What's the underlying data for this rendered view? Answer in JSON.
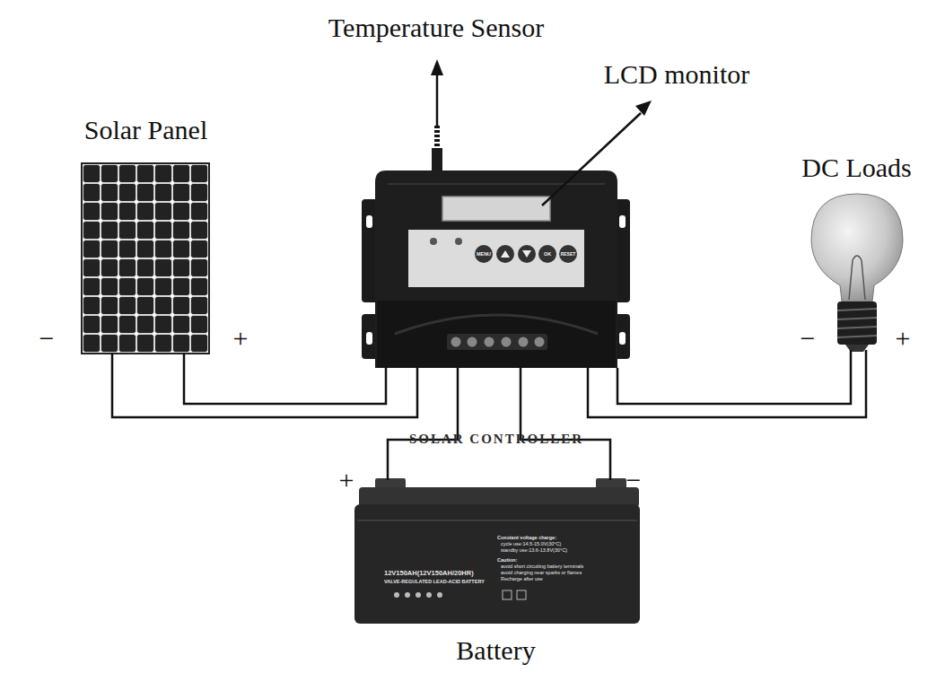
{
  "diagram": {
    "nodes": [
      {
        "text": [
          "Solar Panel"
        ]
      },
      {
        "text": [
          "SOLAR CONTROLLER"
        ]
      },
      {
        "text": [
          "DC Loads"
        ]
      },
      {
        "text": [
          "Battery",
          "12V150AH(12V150AH/20HR)",
          "VALVE-REGULATED LEAD-ACID BATTERY",
          "Constant voltage charge:",
          "cycle use:14.5-15.0V(30°C)",
          "standby use:13.6-13.8V(30°C)",
          "Caution:",
          "avoid short circuiting battery terminals",
          "avoid charging near sparks or flames",
          "Recharge after use"
        ]
      }
    ],
    "edges": [
      {
        "from": 0,
        "to": 1,
        "arrow": "none"
      },
      {
        "from": 0,
        "to": 1,
        "arrow": "none"
      },
      {
        "from": 1,
        "to": 3,
        "arrow": "none"
      },
      {
        "from": 1,
        "to": 3,
        "arrow": "none"
      },
      {
        "from": 1,
        "to": 2,
        "arrow": "none"
      },
      {
        "from": 1,
        "to": 2,
        "arrow": "none"
      }
    ],
    "labels": [
      "Temperature Sensor",
      "LCD monitor",
      "−",
      "+",
      "−",
      "+",
      "+",
      "−",
      "MENU",
      "OK",
      "RESET"
    ]
  }
}
